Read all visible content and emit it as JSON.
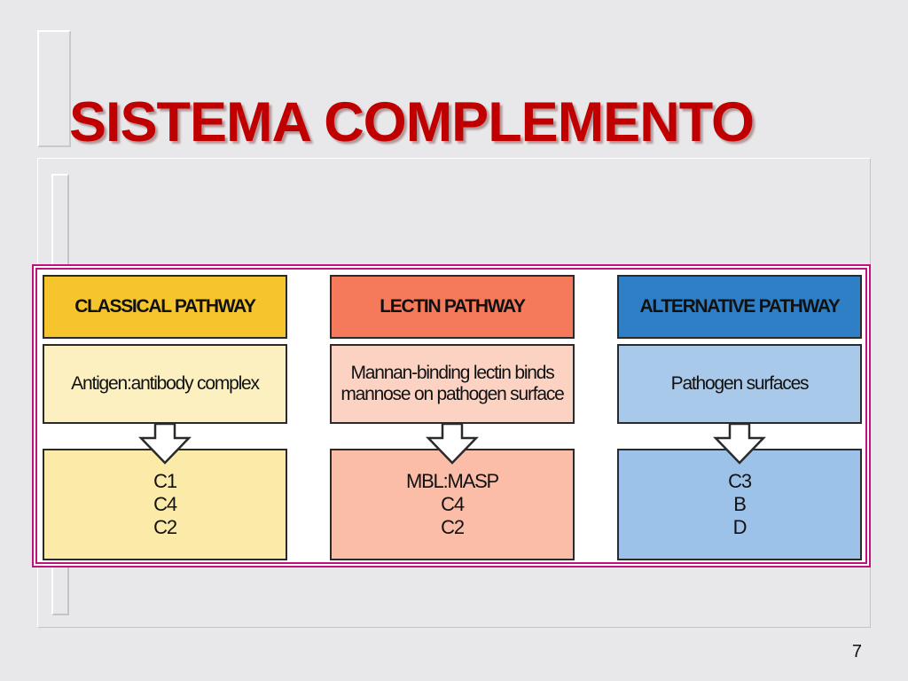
{
  "slide": {
    "title": "SISTEMA COMPLEMENTO",
    "page_number": "7"
  },
  "diagram": {
    "pathways": [
      {
        "name": "CLASSICAL PATHWAY",
        "trigger": "Antigen:antibody complex",
        "components": [
          "C1",
          "C4",
          "C2"
        ]
      },
      {
        "name": "LECTIN PATHWAY",
        "trigger_lines": [
          "Mannan-binding lectin binds",
          "mannose on pathogen surface"
        ],
        "components": [
          "MBL:MASP",
          "C4",
          "C2"
        ]
      },
      {
        "name": "ALTERNATIVE PATHWAY",
        "trigger": "Pathogen surfaces",
        "components": [
          "C3",
          "B",
          "D"
        ]
      }
    ],
    "colors": {
      "title": "#c00000",
      "panel_border": "#c0127c",
      "classical_header": "#f6c42c",
      "lectin_header": "#f57a5c",
      "alternative_header": "#2e7fc6"
    },
    "icons": {
      "flow_arrow": "down-arrow-icon"
    }
  }
}
